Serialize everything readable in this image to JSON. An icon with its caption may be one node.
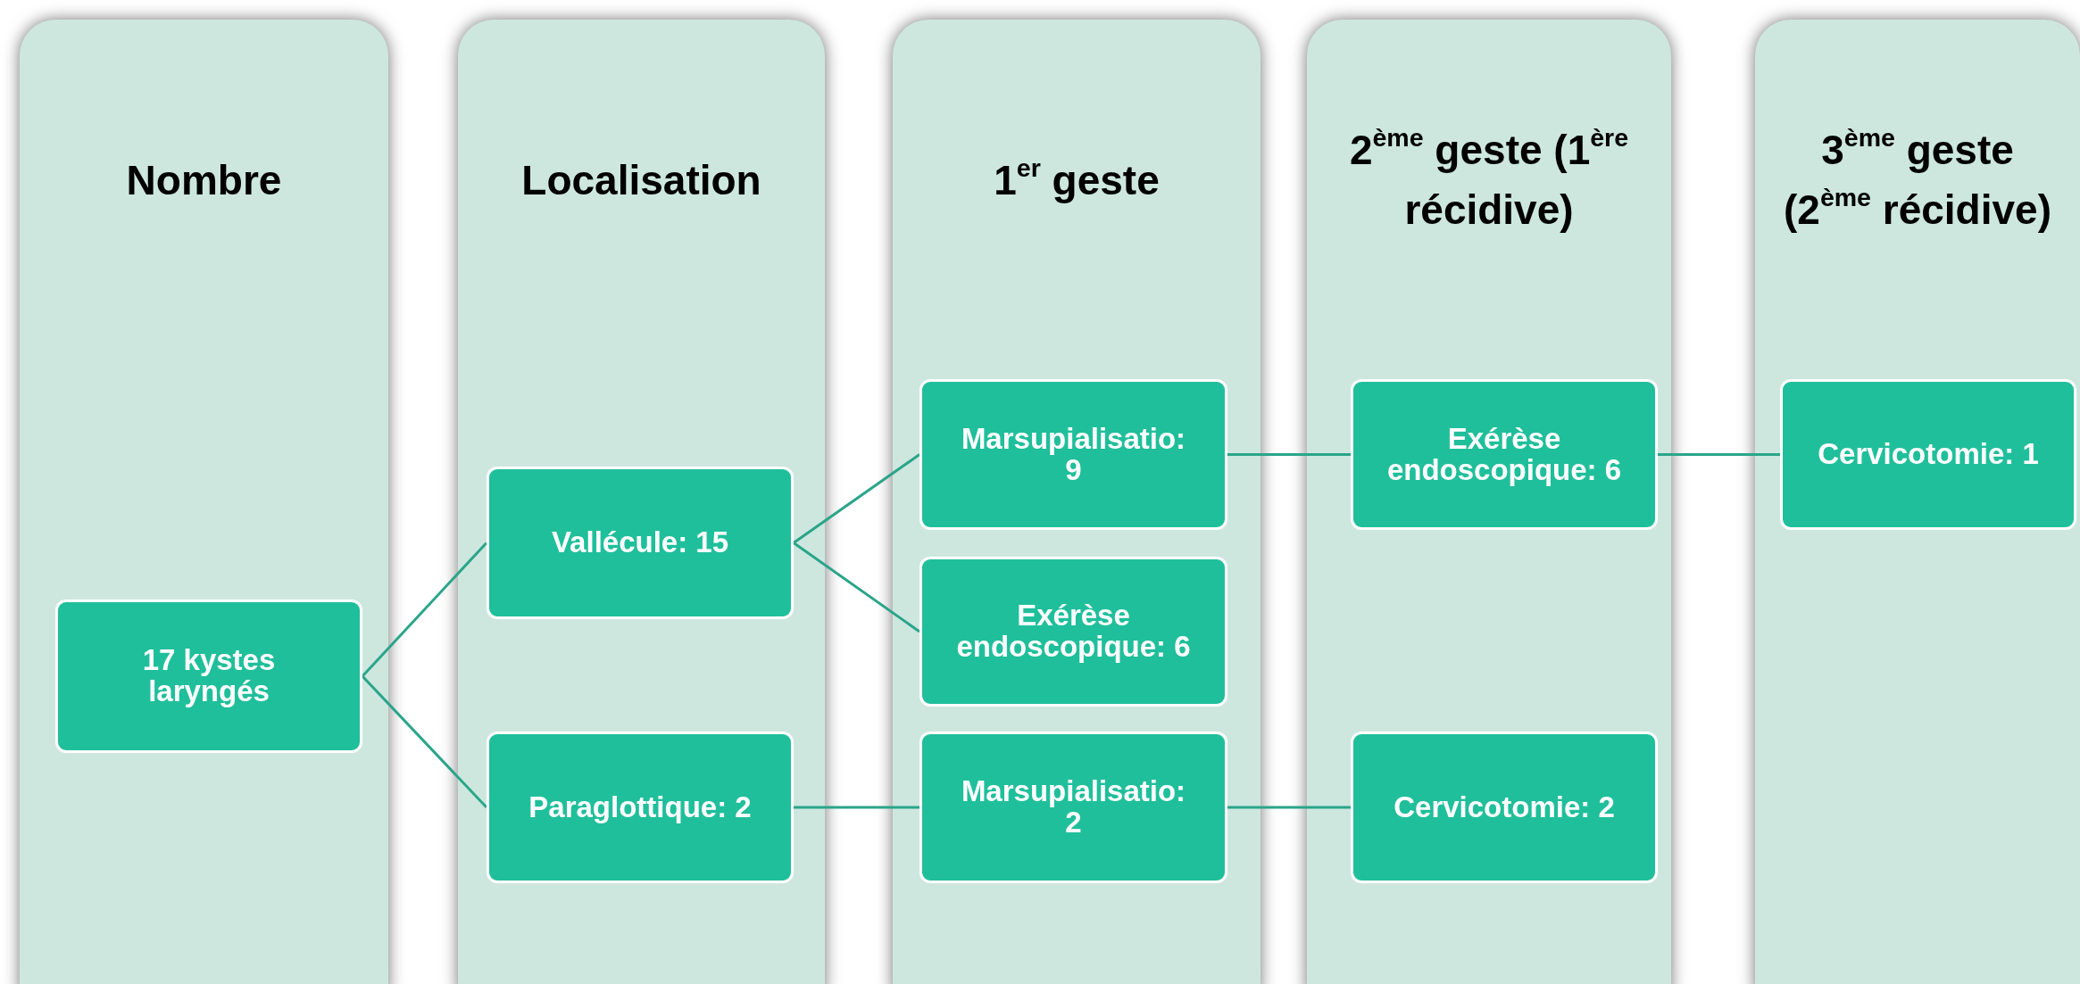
{
  "diagram": {
    "nodes": [
      {
        "text": [
          "Nombre"
        ]
      },
      {
        "text": [
          "Localisation"
        ]
      },
      {
        "text": [
          "1$^{er}$ geste"
        ]
      },
      {
        "text": [
          "2$^{ème}$ geste (1$^{ère}$ récidive)"
        ]
      },
      {
        "text": [
          "3$^{ème}$ geste (2$^{ème}$ récidive)"
        ]
      },
      {
        "text": [
          "17 kystes laryngés"
        ],
        "in": 0
      },
      {
        "text": [
          "Vallécule: 15"
        ],
        "in": 1
      },
      {
        "text": [
          "Paraglottique: 2"
        ],
        "in": 1
      },
      {
        "text": [
          "Marsupialisatio: 9"
        ],
        "in": 2
      },
      {
        "text": [
          "Exérèse endoscopique: 6"
        ],
        "in": 2
      },
      {
        "text": [
          "Marsupialisatio: 2"
        ],
        "in": 2
      },
      {
        "text": [
          "Exérèse endoscopique: 6"
        ],
        "in": 3
      },
      {
        "text": [
          "Cervicotomie: 2"
        ],
        "in": 3
      },
      {
        "text": [
          "Cervicotomie: 1"
        ],
        "in": 4
      }
    ],
    "edges": [
      {
        "from": 5,
        "to": 6,
        "arrow": "none"
      },
      {
        "from": 5,
        "to": 7,
        "arrow": "none"
      },
      {
        "from": 6,
        "to": 8,
        "arrow": "none"
      },
      {
        "from": 6,
        "to": 9,
        "arrow": "none"
      },
      {
        "from": 7,
        "to": 10,
        "arrow": "none"
      },
      {
        "from": 8,
        "to": 11,
        "arrow": "none"
      },
      {
        "from": 10,
        "to": 12,
        "arrow": "none"
      },
      {
        "from": 11,
        "to": 13,
        "arrow": "none"
      }
    ]
  }
}
